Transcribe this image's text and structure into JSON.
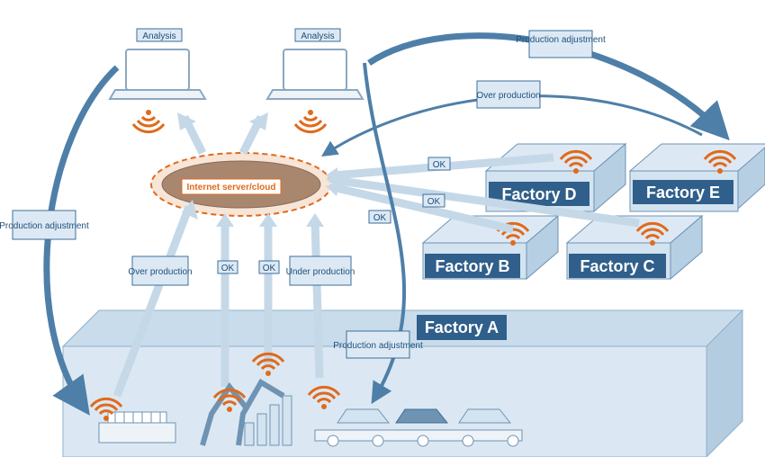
{
  "analysis_left": "Analysis",
  "analysis_right": "Analysis",
  "cloud_label": "Internet server/cloud",
  "top_production_adjustment": "Production adjustment",
  "top_over_production": "Over production",
  "left_production_adjustment": "Production adjustment",
  "over_production_a": "Over production",
  "ok_a1": "OK",
  "ok_a2": "OK",
  "under_production_a": "Under production",
  "production_adjustment_a": "Production adjustment",
  "ok_d": "OK",
  "ok_c": "OK",
  "ok_b": "OK",
  "factory_a": "Factory A",
  "factory_b": "Factory B",
  "factory_c": "Factory C",
  "factory_d": "Factory D",
  "factory_e": "Factory E",
  "colors": {
    "box": "#dce9f4",
    "factory_label": "#2f5f8a",
    "arrow": "#4e7fa8",
    "wifi": "#e06a1b",
    "cloud": "#a9876f"
  }
}
